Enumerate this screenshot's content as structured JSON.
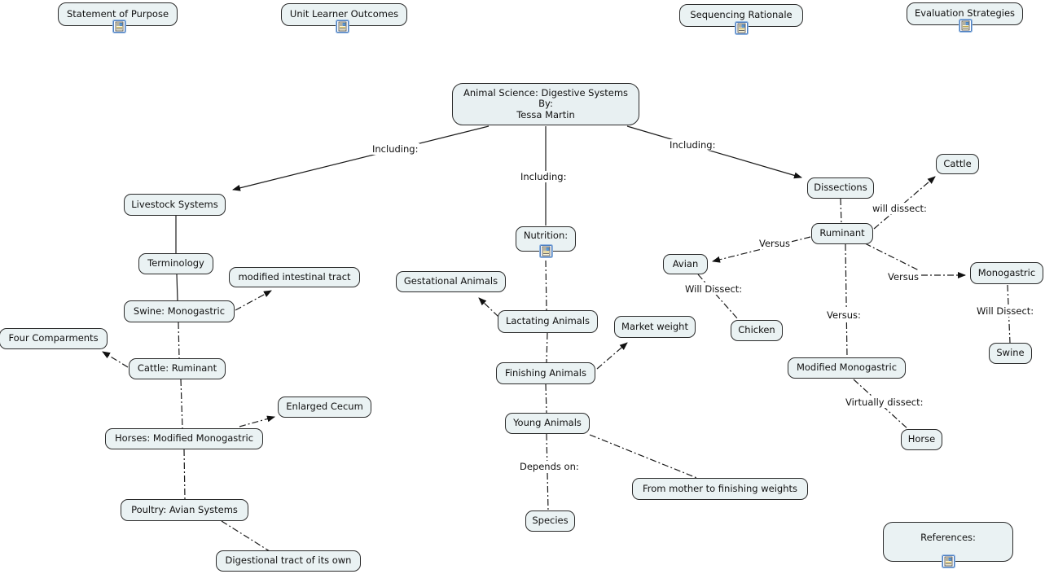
{
  "app": "concept-map",
  "colors": {
    "background": "#ffffff",
    "node_fill": "#eaf2f3",
    "node_border": "#2b2b2b",
    "line": "#1a1a1a",
    "icon_frame": "#5b87c5"
  },
  "resources": {
    "statement": "Statement of Purpose",
    "outcomes": "Unit Learner Outcomes",
    "sequencing": "Sequencing Rationale",
    "evaluation": "Evaluation Strategies"
  },
  "title_node": {
    "line1": "Animal Science: Digestive Systems",
    "line2": "By:",
    "line3": "Tessa Martin"
  },
  "nodes": {
    "livestock": {
      "label": "Livestock Systems"
    },
    "terminology": {
      "label": "Terminology"
    },
    "modified_intestinal": {
      "label": "modified intestinal tract"
    },
    "swine_monogastric": {
      "label": "Swine: Monogastric"
    },
    "four_comparments": {
      "label": "Four Comparments"
    },
    "cattle_ruminant": {
      "label": "Cattle: Ruminant"
    },
    "horses_modified": {
      "label": "Horses: Modified Monogastric"
    },
    "enlarged_cecum": {
      "label": "Enlarged Cecum"
    },
    "poultry_avian": {
      "label": "Poultry: Avian Systems"
    },
    "digestional_tract": {
      "label": "Digestional tract of its own"
    },
    "nutrition": {
      "label": "Nutrition:"
    },
    "gestational": {
      "label": "Gestational Animals"
    },
    "lactating": {
      "label": "Lactating Animals"
    },
    "market_weight": {
      "label": "Market weight"
    },
    "finishing": {
      "label": "Finishing Animals"
    },
    "young_animals": {
      "label": "Young Animals"
    },
    "species": {
      "label": "Species"
    },
    "from_mother": {
      "label": "From mother to finishing weights"
    },
    "dissections": {
      "label": "Dissections"
    },
    "cattle": {
      "label": "Cattle"
    },
    "ruminant": {
      "label": "Ruminant"
    },
    "avian": {
      "label": "Avian"
    },
    "chicken": {
      "label": "Chicken"
    },
    "monogastric": {
      "label": "Monogastric"
    },
    "swine": {
      "label": "Swine"
    },
    "modified_monogastric": {
      "label": "Modified Monogastric"
    },
    "horse": {
      "label": "Horse"
    },
    "references": {
      "label": "References:"
    }
  },
  "links": {
    "including_left": "Including:",
    "including_middle": "Including:",
    "including_right": "Including:",
    "will_dissect_cattle": "will dissect:",
    "versus_avian": "Versus",
    "will_dissect_chicken": "Will Dissect:",
    "versus_monogastric": "Versus",
    "will_dissect_swine": "Will Dissect:",
    "versus_modified": "Versus:",
    "virtually_dissect": "Virtually dissect:",
    "depends_on": "Depends on:"
  },
  "icons": {
    "resource_icon": "document-resource-icon"
  }
}
